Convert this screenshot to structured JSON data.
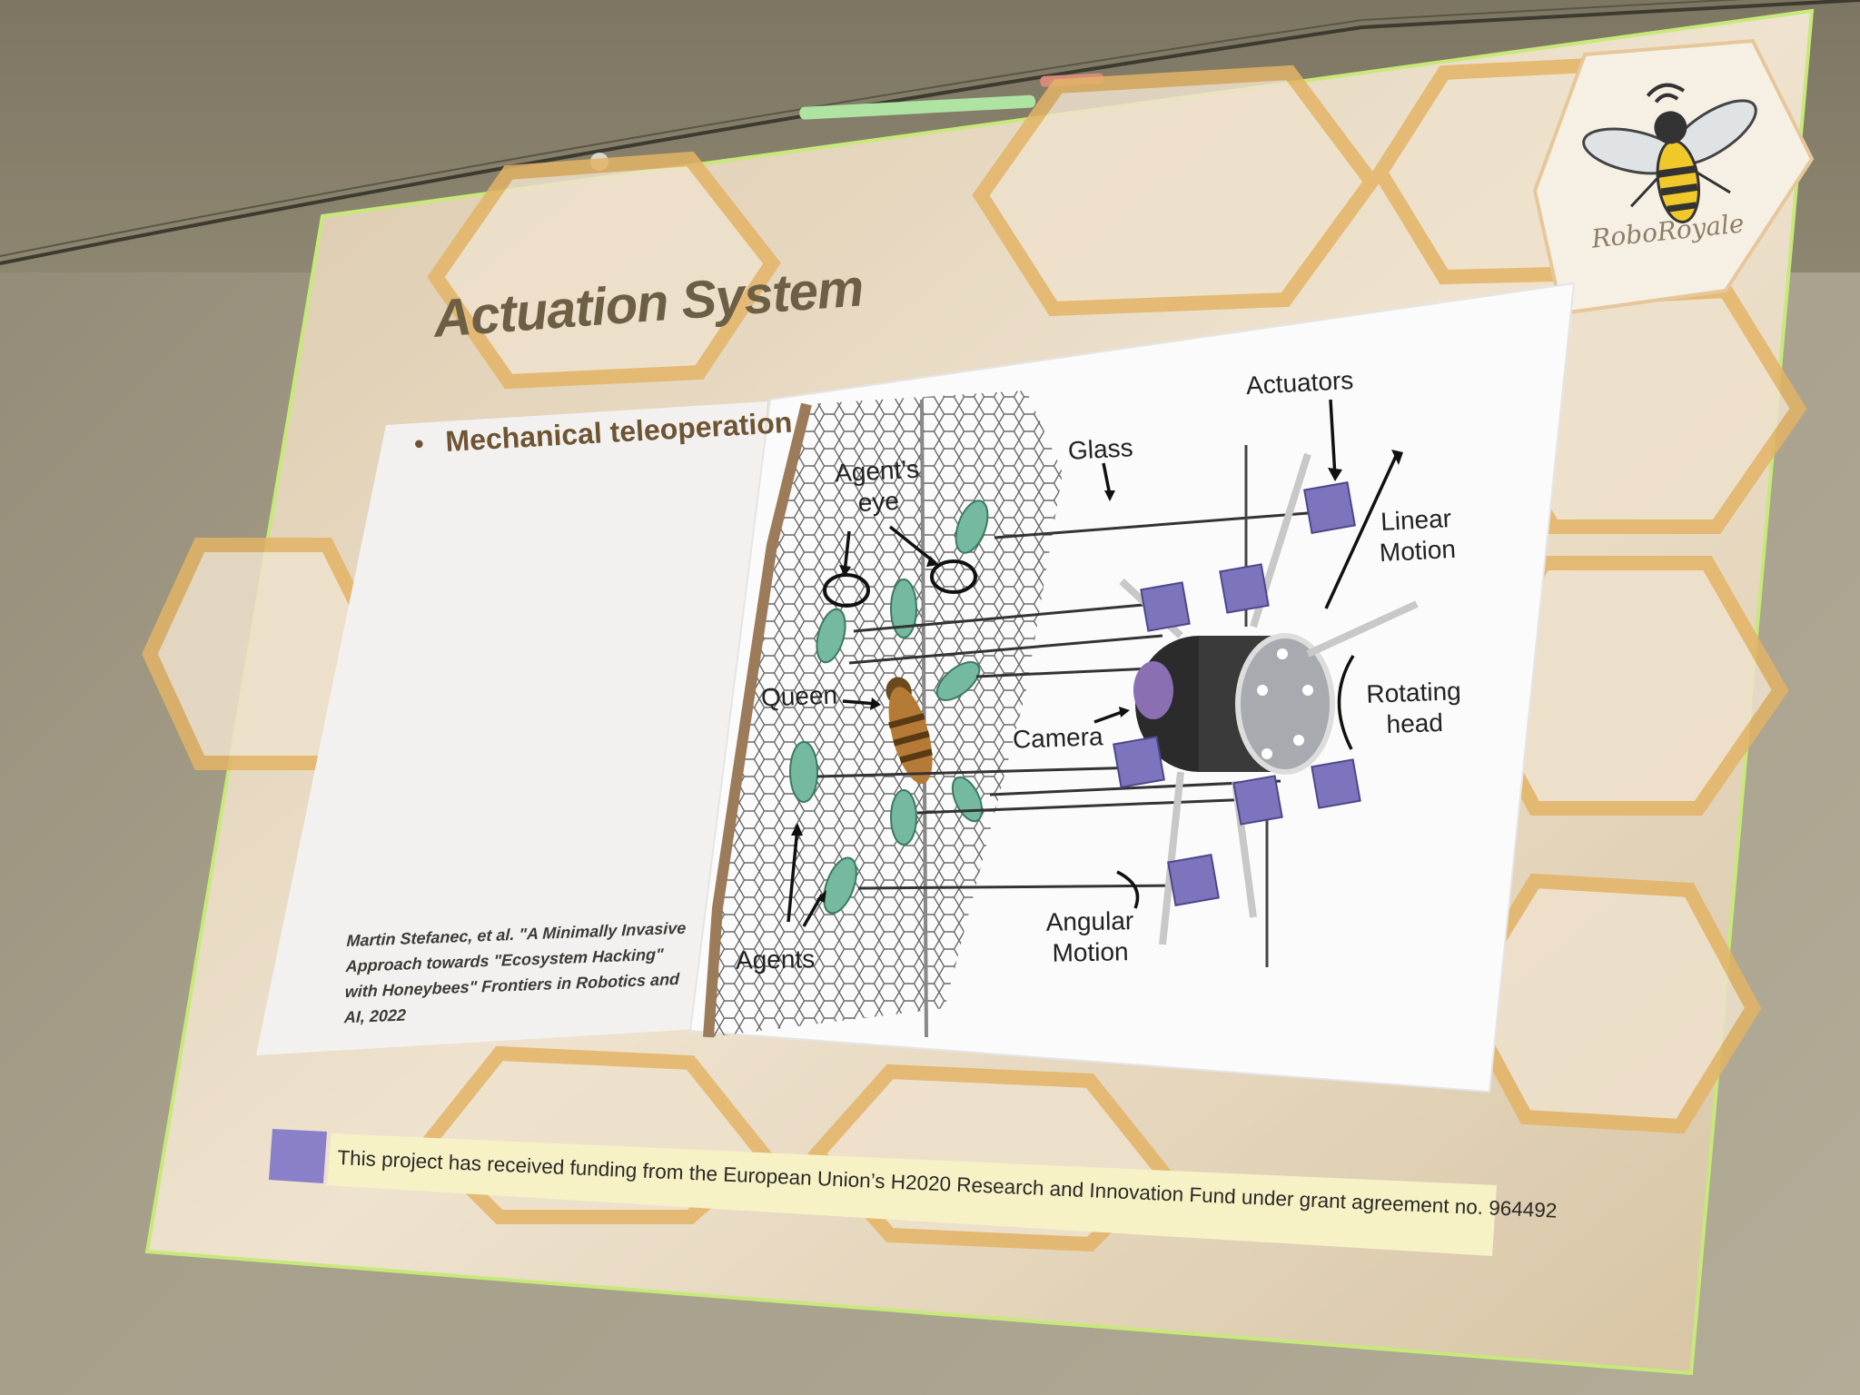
{
  "slide": {
    "title": "Actuation System",
    "bullet": "Mechanical teleoperation",
    "citation": "Martin Stefanec, et al. \"A Minimally Invasive Approach towards \"Ecosystem Hacking\" with Honeybees\" Frontiers in Robotics and AI, 2022",
    "funding": "This project has received funding from the European Union’s H2020 Research and Innovation Fund under grant agreement no. 964492",
    "logo_text": "RoboRoyale"
  },
  "figure": {
    "labels": {
      "agents_eye_line1": "Agent’s",
      "agents_eye_line2": "eye",
      "glass": "Glass",
      "actuators": "Actuators",
      "linear_line1": "Linear",
      "linear_line2": "Motion",
      "queen": "Queen",
      "camera": "Camera",
      "rotating_line1": "Rotating",
      "rotating_line2": "head",
      "angular_line1": "Angular",
      "angular_line2": "Motion",
      "agents": "Agents"
    }
  },
  "colors": {
    "slide_bg": "#f3eee8",
    "honeycomb": "#e7b86a",
    "title": "#6c5f45",
    "bullet": "#6e5432",
    "eu_flag": "#8a7fc9",
    "funding_bar": "#f7f1c6",
    "actuator": "#7a73b8",
    "agent": "#6fb79b"
  }
}
